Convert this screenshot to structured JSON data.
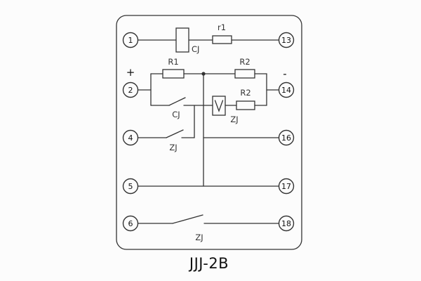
{
  "diagram": {
    "title": "JJJ-2B",
    "terminals": {
      "left": [
        "1",
        "2",
        "4",
        "5",
        "6"
      ],
      "right": [
        "13",
        "14",
        "16",
        "17",
        "18"
      ]
    },
    "labels": {
      "coil_cj": "CJ",
      "resistor_r1": "r1",
      "resistor_R1": "R1",
      "resistor_R2_upper": "R2",
      "resistor_R2_lower": "R2",
      "coil_zj": "ZJ",
      "contact_cj": "CJ",
      "contact_zj_mid": "ZJ",
      "contact_zj_bottom": "ZJ",
      "polarity_plus": "+",
      "polarity_minus": "-"
    }
  }
}
